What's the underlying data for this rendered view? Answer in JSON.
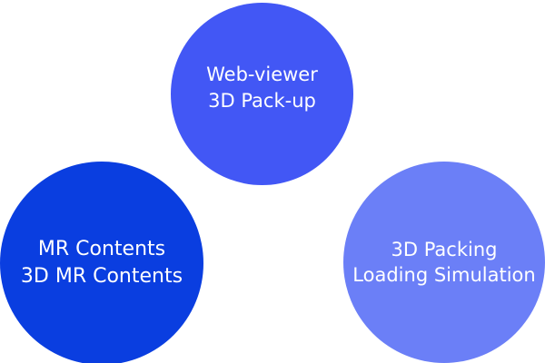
{
  "colors": {
    "background": "#ffffff",
    "top_circle": "#4257f5",
    "left_circle": "#0a3ee0",
    "right_circle": "#6b7ff7",
    "text": "#ffffff"
  },
  "circles": {
    "top": {
      "line1": "Web-viewer",
      "line2": "3D Pack-up"
    },
    "left": {
      "line1": "MR Contents",
      "line2": "3D MR Contents"
    },
    "right": {
      "line1": "3D Packing",
      "line2": "Loading Simulation"
    }
  }
}
